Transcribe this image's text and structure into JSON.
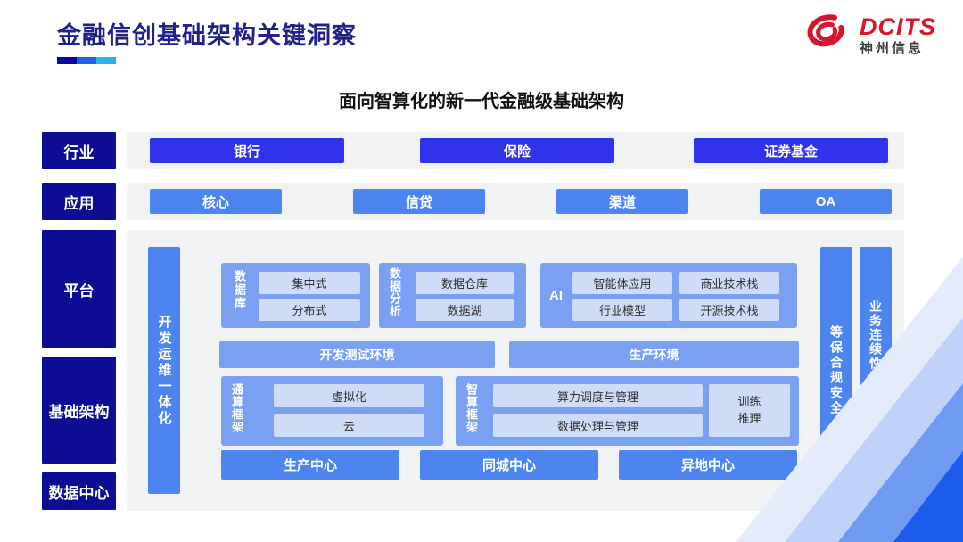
{
  "header": {
    "title": "金融信创基础架构关键洞察",
    "logo": {
      "brand": "DCITS",
      "company": "神州信息"
    }
  },
  "subtitle": "面向智算化的新一代金融级基础架构",
  "colors": {
    "navy": "#0D0D93",
    "deep_blue": "#3032EC",
    "blue": "#4C85F0",
    "medium_blue": "#7AA0F2",
    "light_box": "#CFDCF8",
    "brand_red": "#D6152E",
    "underline_segments": [
      "#0C06A2",
      "#1865E8",
      "#2BB2EE"
    ]
  },
  "layers": {
    "industry": {
      "label": "行业",
      "items": [
        "银行",
        "保险",
        "证券基金"
      ]
    },
    "application": {
      "label": "应用",
      "items": [
        "核心",
        "信贷",
        "渠道",
        "OA"
      ]
    },
    "platform_label": "平台",
    "infrastructure_label": "基础架构",
    "datacenter_label": "数据中心"
  },
  "diagram": {
    "devops_bar": "开发运维一体化",
    "database": {
      "label": "数据库",
      "items": [
        "集中式",
        "分布式"
      ]
    },
    "analytics": {
      "label": "数据分析",
      "items": [
        "数据仓库",
        "数据湖"
      ]
    },
    "ai": {
      "label": "AI",
      "items": [
        "智能体应用",
        "商业技术栈",
        "行业模型",
        "开源技术栈"
      ]
    },
    "environments": [
      "开发测试环境",
      "生产环境"
    ],
    "general_framework": {
      "label": "通算框架",
      "items": [
        "虚拟化",
        "云"
      ]
    },
    "ai_framework": {
      "label": "智算框架",
      "items": [
        "算力调度与管理",
        "数据处理与管理"
      ],
      "side": "训练推理"
    },
    "centers": [
      "生产中心",
      "同城中心",
      "异地中心"
    ],
    "security_bar": "等保合规安全",
    "continuity_bar": "业务连续性及数据保护"
  }
}
